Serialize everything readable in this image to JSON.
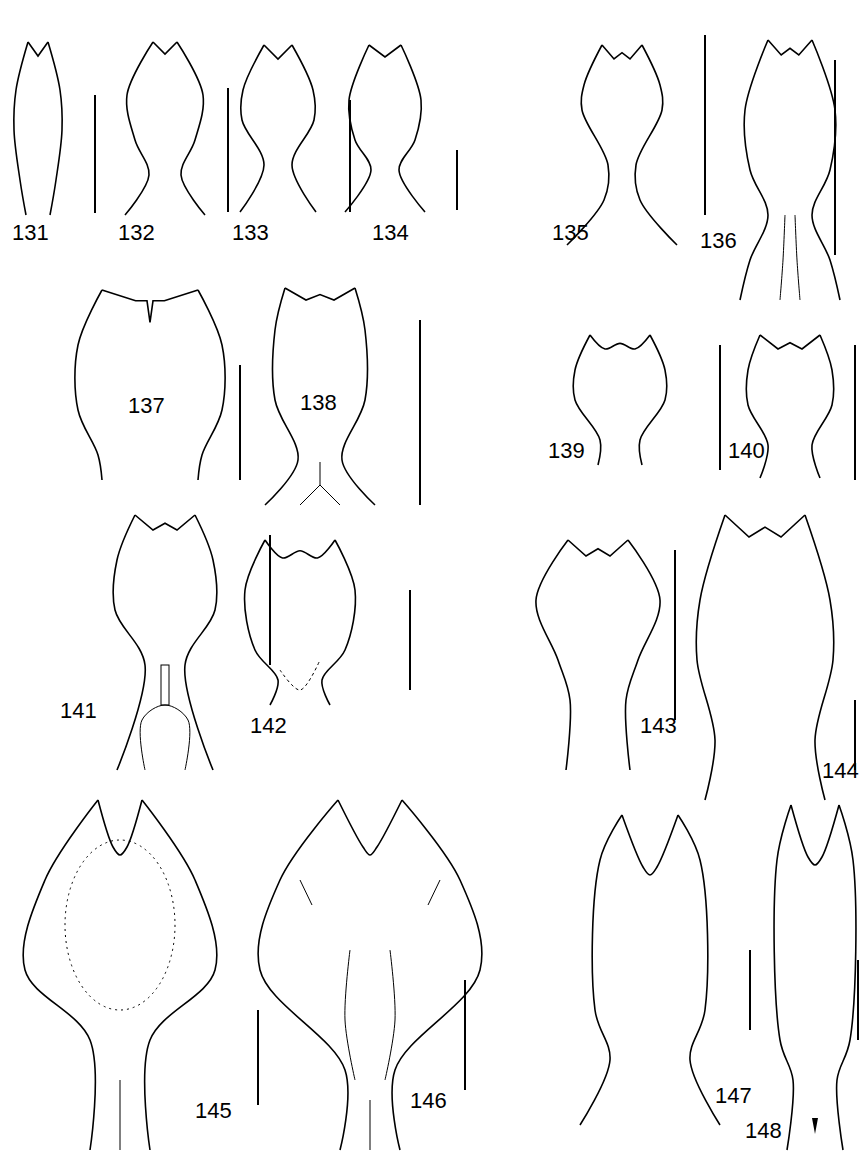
{
  "diagram": {
    "labels": [
      "131",
      "132",
      "133",
      "134",
      "135",
      "136",
      "137",
      "138",
      "139",
      "140",
      "141",
      "142",
      "143",
      "144",
      "145",
      "146",
      "147",
      "148"
    ]
  }
}
